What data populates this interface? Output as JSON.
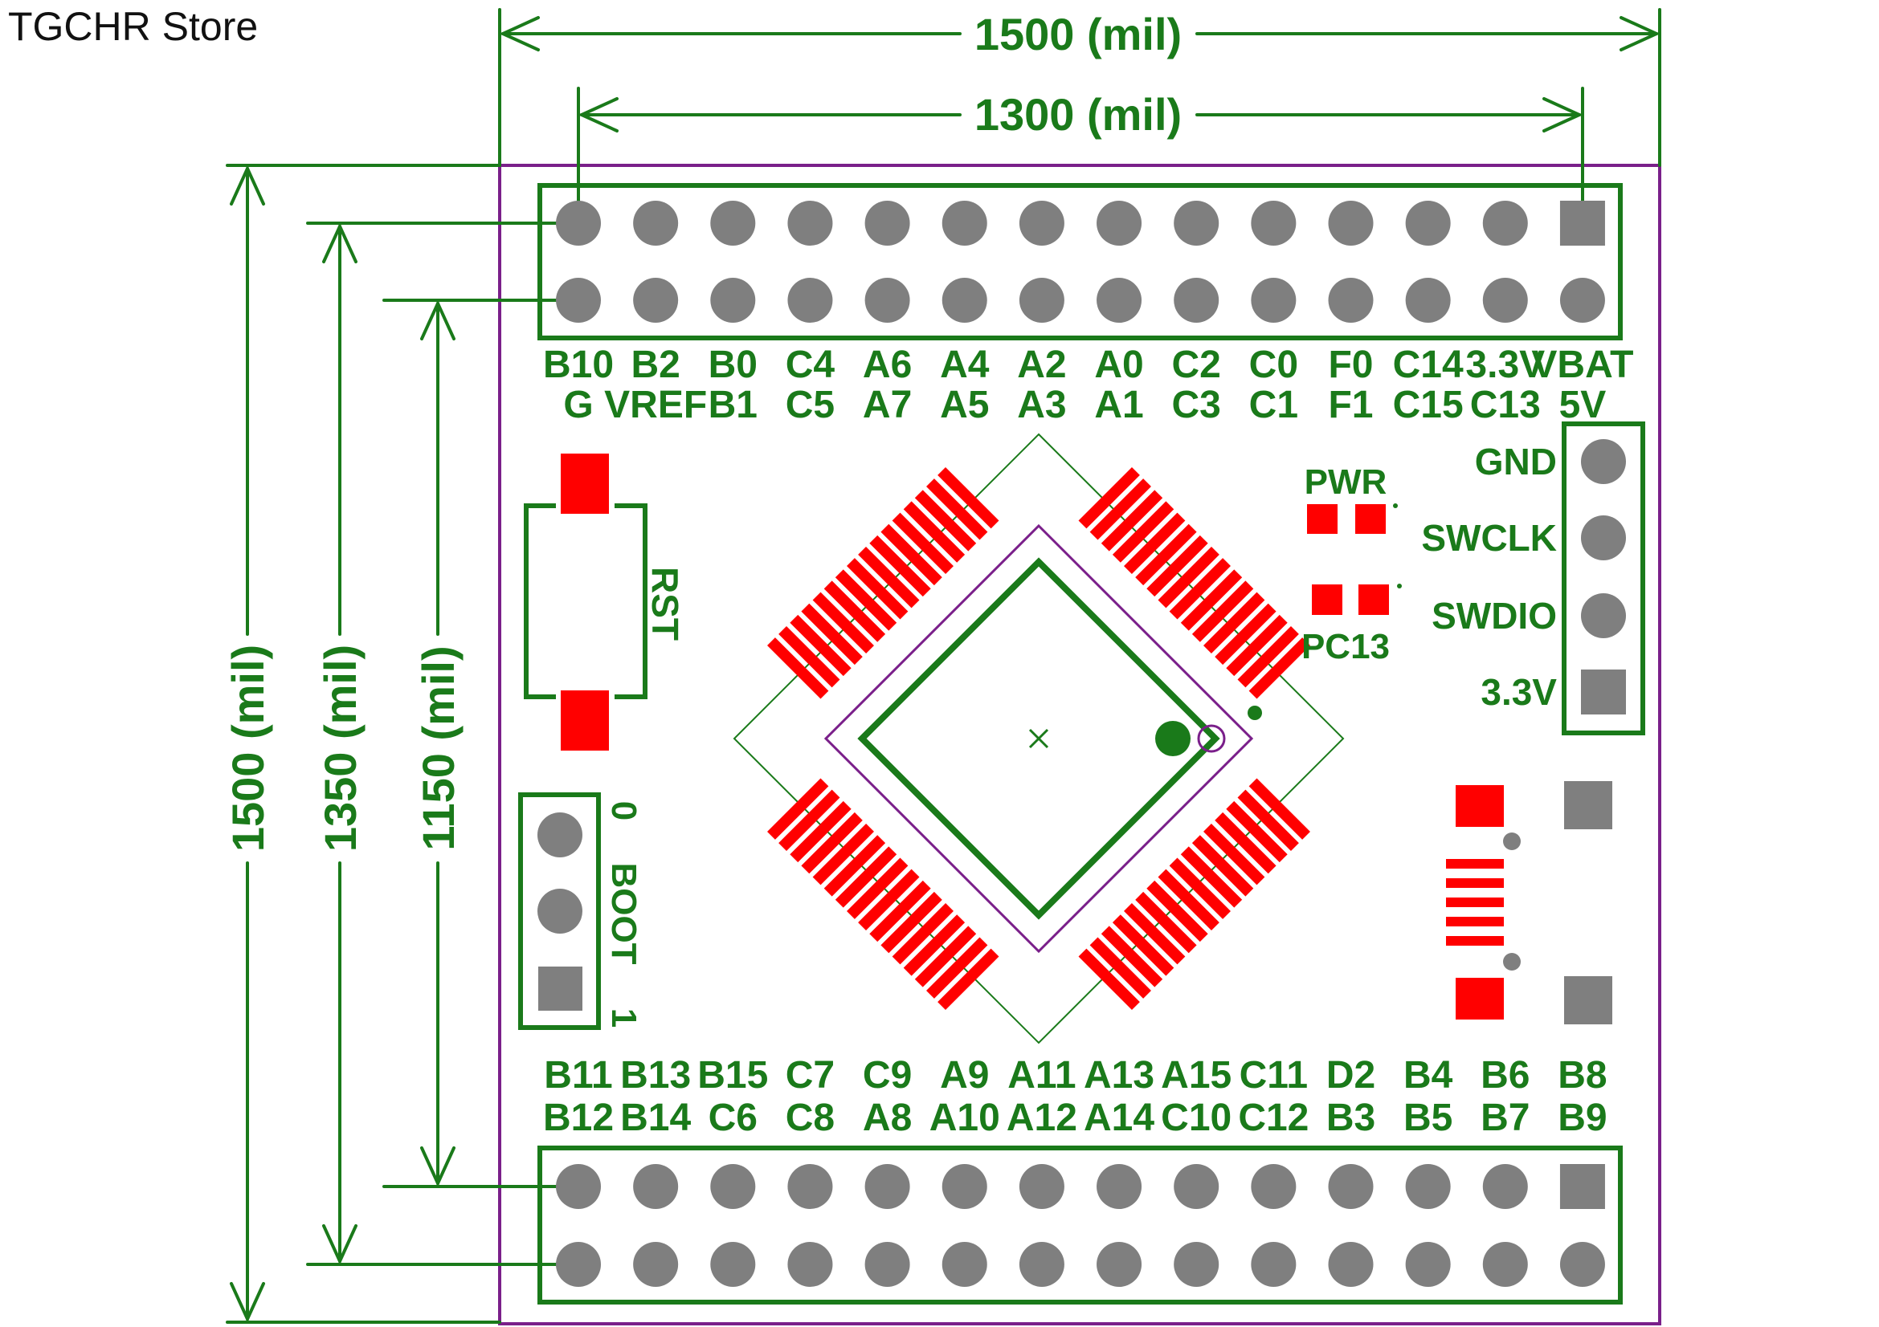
{
  "store_title": "TGCHR Store",
  "dimensions": {
    "width_outer": "1500 (mil)",
    "width_pins": "1300 (mil)",
    "height_outer": "1500 (mil)",
    "height_rows": "1350 (mil)",
    "height_inner": "1150 (mil)"
  },
  "top_header": {
    "labels_row1": [
      "B10",
      "B2",
      "B0",
      "C4",
      "A6",
      "A4",
      "A2",
      "A0",
      "C2",
      "C0",
      "F0",
      "C14",
      "3.3V",
      "VBAT"
    ],
    "labels_row2": [
      "G",
      "VREF",
      "B1",
      "C5",
      "A7",
      "A5",
      "A3",
      "A1",
      "C3",
      "C1",
      "F1",
      "C15",
      "C13",
      "5V"
    ]
  },
  "bottom_header": {
    "labels_row1": [
      "B11",
      "B13",
      "B15",
      "C7",
      "C9",
      "A9",
      "A11",
      "A13",
      "A15",
      "C11",
      "D2",
      "B4",
      "B6",
      "B8"
    ],
    "labels_row2": [
      "B12",
      "B14",
      "C6",
      "C8",
      "A8",
      "A10",
      "A12",
      "A14",
      "C10",
      "C12",
      "B3",
      "B5",
      "B7",
      "B9"
    ]
  },
  "swd_header": {
    "labels": [
      "GND",
      "SWCLK",
      "SWDIO",
      "3.3V"
    ]
  },
  "reset_button": {
    "label": "RST"
  },
  "boot_header": {
    "label": "BOOT",
    "pin0": "0",
    "pin1": "1"
  },
  "leds": {
    "pwr": "PWR",
    "pc13": "PC13"
  },
  "colors": {
    "silkscreen": "#1a7a1a",
    "board_outline": "#7a1f8a",
    "pad_smd": "#ff0000",
    "pad_through_hole": "#7f7f7f"
  }
}
